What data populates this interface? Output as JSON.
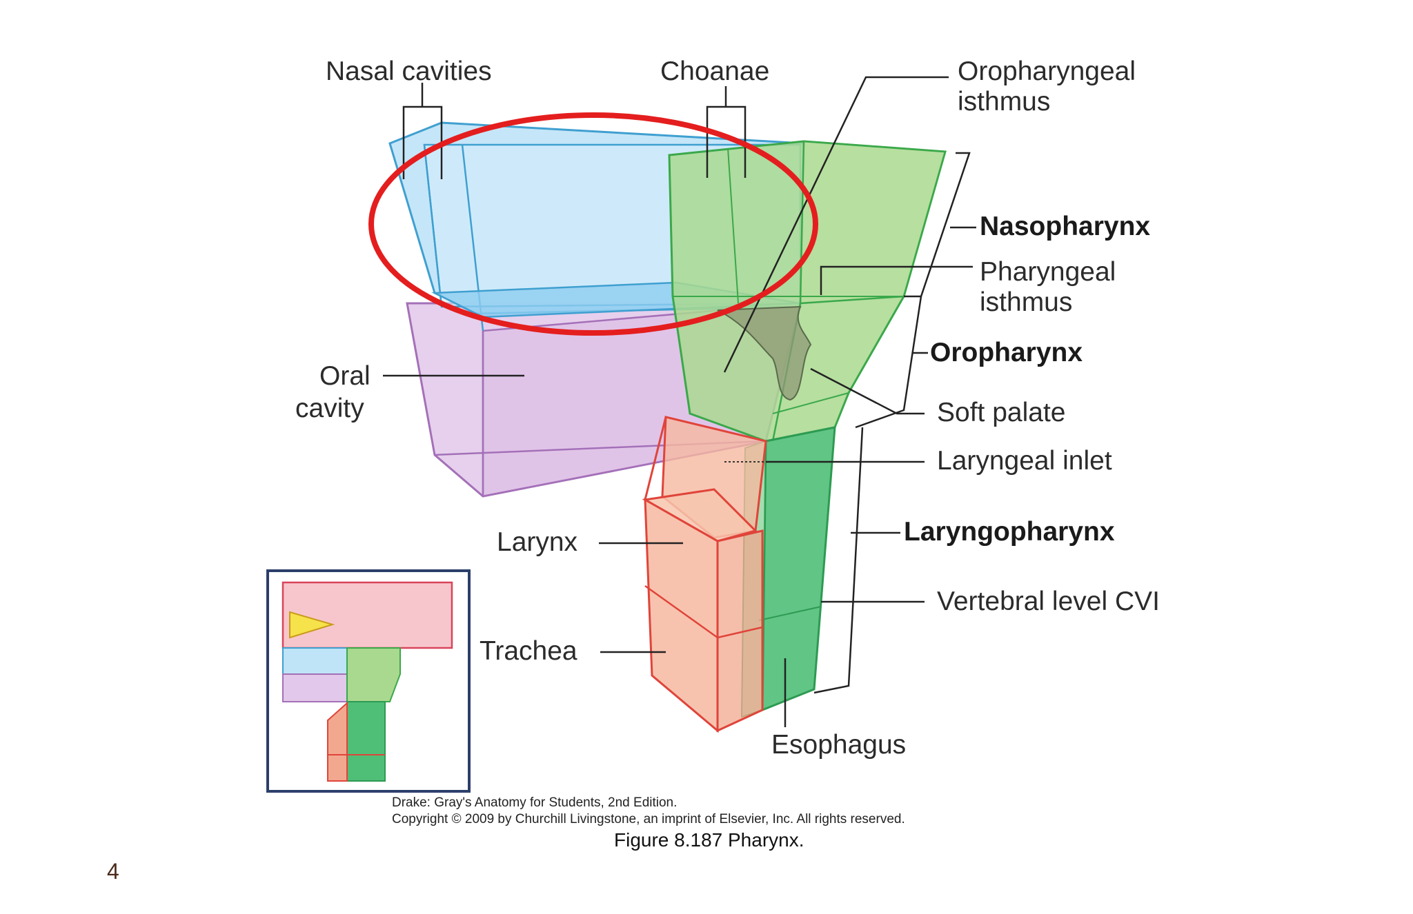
{
  "labels": {
    "nasal_cavities": "Nasal cavities",
    "choanae": "Choanae",
    "oropharyngeal_isthmus_1": "Oropharyngeal",
    "oropharyngeal_isthmus_2": "isthmus",
    "nasopharynx": "Nasopharynx",
    "pharyngeal_isthmus_1": "Pharyngeal",
    "pharyngeal_isthmus_2": "isthmus",
    "oropharynx": "Oropharynx",
    "oral_cavity_1": "Oral",
    "oral_cavity_2": "cavity",
    "soft_palate": "Soft palate",
    "laryngeal_inlet": "Laryngeal inlet",
    "larynx": "Larynx",
    "laryngopharynx": "Laryngopharynx",
    "vertebral_level": "Vertebral level CVI",
    "trachea": "Trachea",
    "esophagus": "Esophagus"
  },
  "credit": {
    "line1": "Drake: Gray's Anatomy for Students, 2nd Edition.",
    "line2": "Copyright © 2009 by Churchill Livingstone, an imprint of Elsevier, Inc. All rights reserved."
  },
  "caption": "Figure 8.187 Pharynx.",
  "page_number": "4",
  "colors": {
    "nasal": "#bfe3f7",
    "nasal_stroke": "#3f9fd0",
    "oral": "#e2c8ea",
    "oral_stroke": "#a470b8",
    "pharynx": "#a9d98f",
    "pharynx_stroke": "#3aa84a",
    "esophagus": "#4fbf78",
    "larynx": "#f6b9a0",
    "larynx_stroke": "#e0443a",
    "highlight": "#e41e1e",
    "inset_border": "#2b3f6b"
  }
}
